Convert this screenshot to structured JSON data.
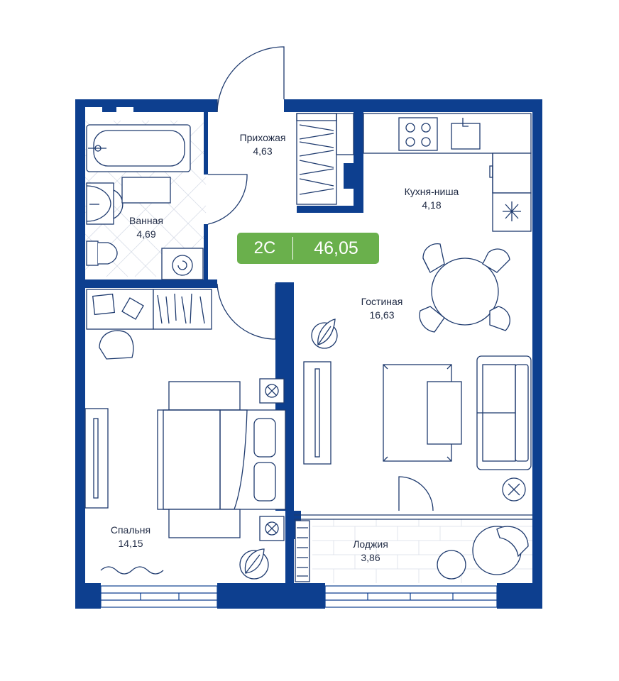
{
  "colors": {
    "wall": "#0d3f8f",
    "furniture": "#1e3a6e",
    "badge": "#6ab04c",
    "text": "#1f2a44"
  },
  "badge": {
    "type": "2С",
    "total_area": "46,05"
  },
  "rooms": [
    {
      "name": "Прихожая",
      "area": "4,63"
    },
    {
      "name": "Кухня-ниша",
      "area": "4,18"
    },
    {
      "name": "Ванная",
      "area": "4,69"
    },
    {
      "name": "Гостиная",
      "area": "16,63"
    },
    {
      "name": "Спальня",
      "area": "14,15"
    },
    {
      "name": "Лоджия",
      "area": "3,86"
    }
  ]
}
